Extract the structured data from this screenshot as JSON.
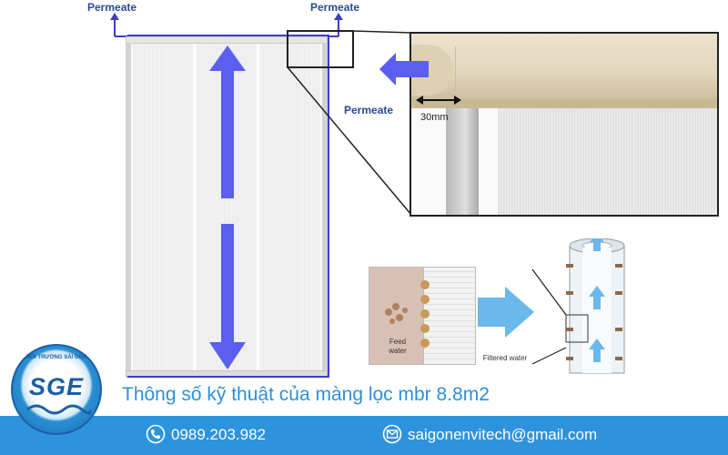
{
  "labels": {
    "permeate_left": "Permeate",
    "permeate_right": "Permeate",
    "permeate_inset": "Permeate",
    "dimension": "30mm",
    "feed_water": "Feed\nwater",
    "filtered_water": "Filtered water"
  },
  "caption": "Thông số kỹ thuật của màng lọc mbr 8.8m2",
  "logo": {
    "text": "SGE",
    "tagline": "MÔI TRƯỜNG SÀI GÒN"
  },
  "contact": {
    "phone": "0989.203.982",
    "email": "saigonenvitech@gmail.com",
    "phone_icon": "phone-icon",
    "email_icon": "email-icon"
  },
  "colors": {
    "arrow_blue": "#5a5ff0",
    "outline_blue": "#3b3ec9",
    "label_blue": "#2b4a8f",
    "caption_blue": "#2f8fd8",
    "footer_blue": "#2d93dd",
    "flow_arrow": "#6ab8ec"
  }
}
